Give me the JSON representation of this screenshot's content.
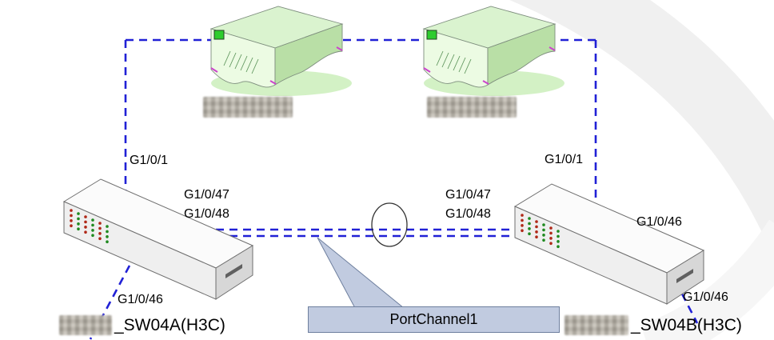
{
  "diagram_type": "network-topology",
  "ports": {
    "left_uplink": "G1/0/1",
    "left_po_a": "G1/0/47",
    "left_po_b": "G1/0/48",
    "right_po_a": "G1/0/47",
    "right_po_b": "G1/0/48",
    "right_uplink": "G1/0/1",
    "right_side": "G1/0/46",
    "left_down": "G1/0/46",
    "right_down": "G1/0/46"
  },
  "callout": {
    "label": "PortChannel1"
  },
  "devices": {
    "router_left": {
      "caption_redacted": true
    },
    "router_right": {
      "caption_redacted": true
    },
    "switch_a": {
      "name_prefix_redacted": true,
      "name_suffix": "_SW04A(H3C)"
    },
    "switch_b": {
      "name_prefix_redacted": true,
      "name_suffix": "_SW04B(H3C)"
    }
  },
  "colors": {
    "link_blue": "#2121d6",
    "callout_fill": "#c1cbe0",
    "callout_border": "#6e7f9e",
    "router_top": "#daf3cf",
    "router_front": "#ecfbe3",
    "router_side": "#b9dfa6",
    "switch_top": "#fbfbfb",
    "switch_front": "#efefef",
    "switch_end": "#d7d7d7",
    "led_red": "#b02818",
    "led_green": "#1f8a1f"
  }
}
